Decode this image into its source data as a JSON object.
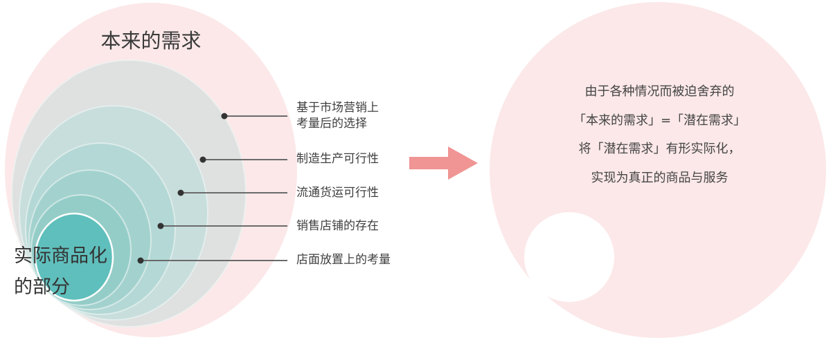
{
  "left_diagram": {
    "title": "本来的需求",
    "labels": [
      {
        "line1": "基于市场营销上",
        "line2": "考量后的选择"
      },
      {
        "line1": "制造生产可行性"
      },
      {
        "line1": "流通货运可行性"
      },
      {
        "line1": "销售店铺的存在"
      },
      {
        "line1": "店面放置上的考量"
      }
    ],
    "inner_label": {
      "line1": "实际商品化",
      "line2": "的部分"
    }
  },
  "right_diagram": {
    "lines": [
      "由于各种情况而被迫舍弃的",
      "「本来的需求」=「潜在需求」",
      "将「潜在需求」有形实际化，",
      "实现为真正的商品与服务"
    ]
  },
  "colors": {
    "outer_pink": "#fce8e9",
    "layer_colors": [
      "#dee1e0",
      "#c8dedc",
      "#b4d8d5",
      "#a3d2ce",
      "#94cdc8"
    ],
    "inner_teal": "#5fbfbc",
    "arrow": "#f09494",
    "leader_line": "#6a6a6a",
    "dot": "#333333"
  }
}
